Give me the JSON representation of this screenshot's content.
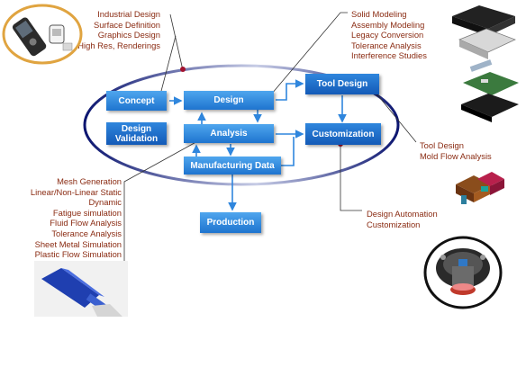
{
  "boxes": {
    "concept": "Concept",
    "design": "Design",
    "tool_design": "Tool Design",
    "design_validation": "Design Validation",
    "analysis": "Analysis",
    "customization": "Customization",
    "manufacturing_data": "Manufacturing Data",
    "production": "Production"
  },
  "notes": {
    "industrial": [
      "Industrial Design",
      "Surface Definition",
      "Graphics Design",
      "High Res, Renderings"
    ],
    "solid": [
      "Solid Modeling",
      "Assembly Modeling",
      "Legacy Conversion",
      "Tolerance Analysis",
      "Interference Studies"
    ],
    "tool": [
      "Tool Design",
      "Mold Flow Analysis"
    ],
    "automation": [
      "Design Automation",
      "Customization"
    ],
    "analysis": [
      "Mesh Generation",
      "Linear/Non-Linear Static",
      "Dynamic",
      "Fatigue simulation",
      "Fluid Flow Analysis",
      "Tolerance Analysis",
      "Sheet Metal Simulation",
      "Plastic Flow Simulation"
    ]
  },
  "colors": {
    "box_blue": "#2a7fd8",
    "note_text": "#8a2b12",
    "ellipse": "#232f86",
    "dot": "#a3122e",
    "thumb_ring": "#e0a440"
  }
}
